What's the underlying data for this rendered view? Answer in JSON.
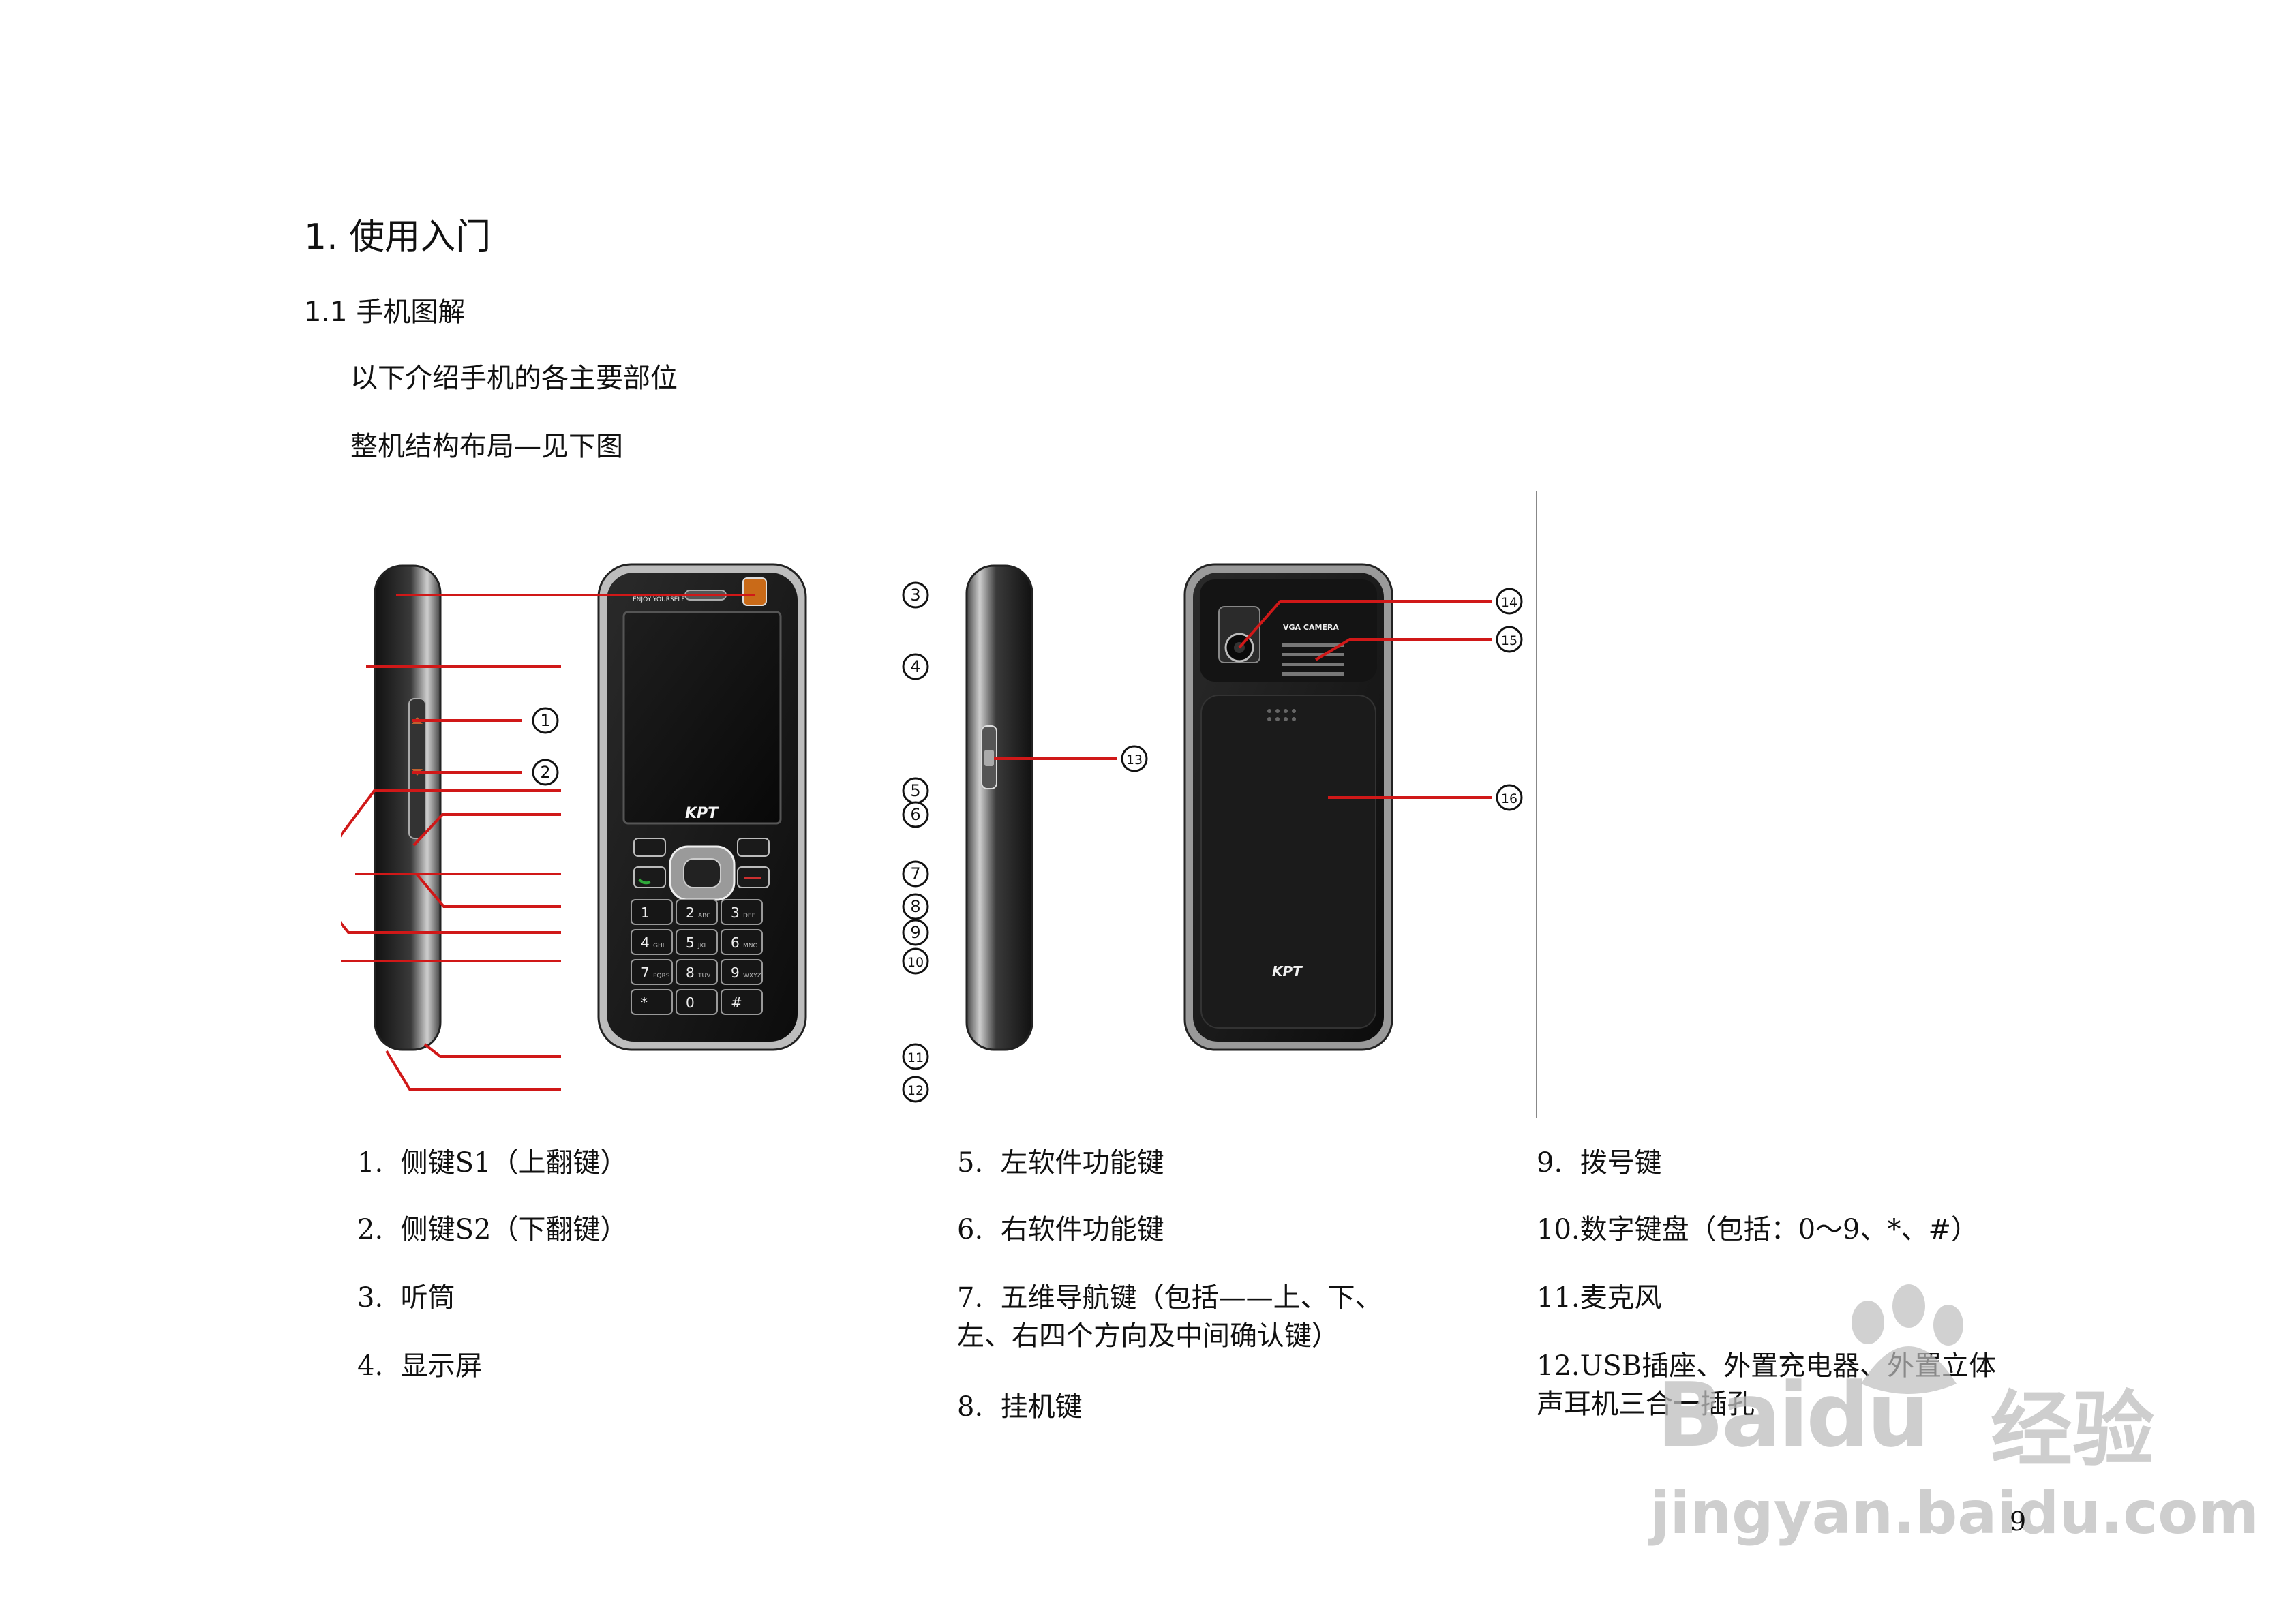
{
  "heading1": "1.  使用入门",
  "heading2": "1.1  手机图解",
  "intro": [
    "以下介绍手机的各主要部位",
    "整机结构布局—见下图"
  ],
  "figure": {
    "markers": [
      "1",
      "2",
      "3",
      "4",
      "5",
      "6",
      "7",
      "8",
      "9",
      "10",
      "11",
      "12",
      "13",
      "14",
      "15",
      "16"
    ],
    "phone_brand": "KPT",
    "front_tag": "ENJOY YOURSELF",
    "back_label": "VGA CAMERA",
    "keypad": [
      "1",
      "2",
      "3",
      "4",
      "5",
      "6",
      "7",
      "8",
      "9",
      "*",
      "0",
      "#"
    ],
    "keypad_sub": [
      "",
      "ABC",
      "DEF",
      "GHI",
      "JKL",
      "MNO",
      "PQRS",
      "TUV",
      "WXYZ",
      "",
      "",
      ""
    ]
  },
  "legend": {
    "col1": [
      "1.  侧键S1（上翻键）",
      "2.  侧键S2（下翻键）",
      "3.  听筒",
      "4.  显示屏"
    ],
    "col2": [
      "5.  左软件功能键",
      "6.  右软件功能键",
      "7.  五维导航键（包括——上、下、\n左、右四个方向及中间确认键）",
      "8.  挂机键"
    ],
    "col3": [
      "9.  拨号键",
      "10.数字键盘（包括：0～9、*、#）",
      "11.麦克风",
      "12.USB插座、外置充电器、外置立体\n声耳机三合一插孔"
    ]
  },
  "watermark": {
    "brand": "Bai",
    "brand2": "du",
    "cn": "经验",
    "url": "jingyan.baidu.com"
  },
  "page_number": "9"
}
